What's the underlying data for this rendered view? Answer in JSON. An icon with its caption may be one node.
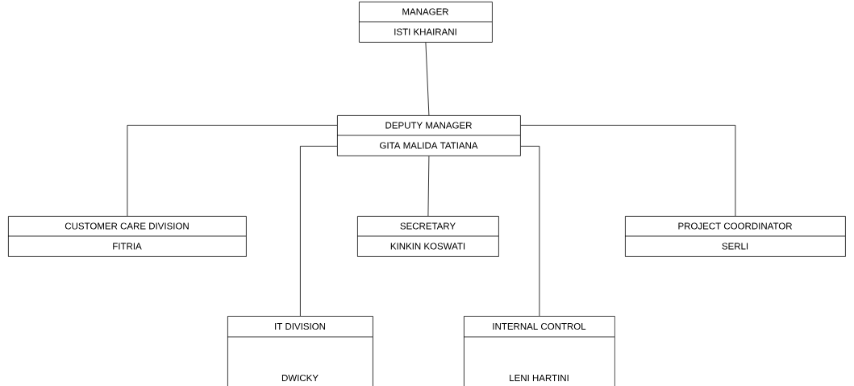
{
  "diagram": {
    "nodes": [
      {
        "text": [
          "MANAGER",
          "ISTI KHAIRANI"
        ]
      },
      {
        "text": [
          "DEPUTY MANAGER",
          "GITA MALIDA TATIANA"
        ]
      },
      {
        "text": [
          "CUSTOMER CARE DIVISION",
          "FITRIA"
        ]
      },
      {
        "text": [
          "SECRETARY",
          "KINKIN KOSWATI"
        ]
      },
      {
        "text": [
          "PROJECT COORDINATOR",
          "SERLI"
        ]
      },
      {
        "text": [
          "IT DIVISION",
          "DWICKY"
        ]
      },
      {
        "text": [
          "INTERNAL CONTROL",
          "LENI HARTINI"
        ]
      }
    ],
    "edges": [
      {
        "from": 0,
        "to": 1,
        "arrow": "none"
      },
      {
        "from": 1,
        "to": 2,
        "arrow": "none"
      },
      {
        "from": 1,
        "to": 3,
        "arrow": "none"
      },
      {
        "from": 1,
        "to": 4,
        "arrow": "none"
      },
      {
        "from": 1,
        "to": 5,
        "arrow": "none"
      },
      {
        "from": 1,
        "to": 6,
        "arrow": "none"
      }
    ]
  }
}
